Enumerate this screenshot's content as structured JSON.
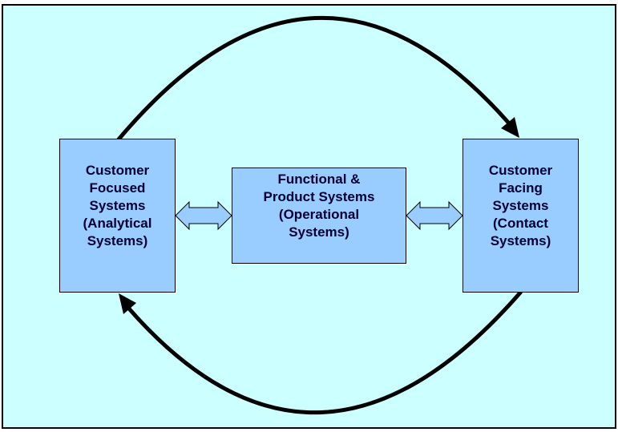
{
  "diagram": {
    "type": "flow-cycle",
    "background_color": "#ccffff",
    "box_color": "#99ccff",
    "boxes": [
      {
        "id": "left",
        "label": "Customer\nFocused\nSystems\n(Analytical\nSystems)"
      },
      {
        "id": "center",
        "label": "Functional &\nProduct Systems\n(Operational\nSystems)"
      },
      {
        "id": "right",
        "label": "Customer\nFacing\nSystems\n(Contact\nSystems)"
      }
    ],
    "connectors": [
      {
        "from": "left",
        "to": "right",
        "kind": "curved-arrow",
        "route": "top"
      },
      {
        "from": "right",
        "to": "left",
        "kind": "curved-arrow",
        "route": "bottom"
      },
      {
        "between": [
          "left",
          "center"
        ],
        "kind": "double-block-arrow"
      },
      {
        "between": [
          "center",
          "right"
        ],
        "kind": "double-block-arrow"
      }
    ]
  }
}
